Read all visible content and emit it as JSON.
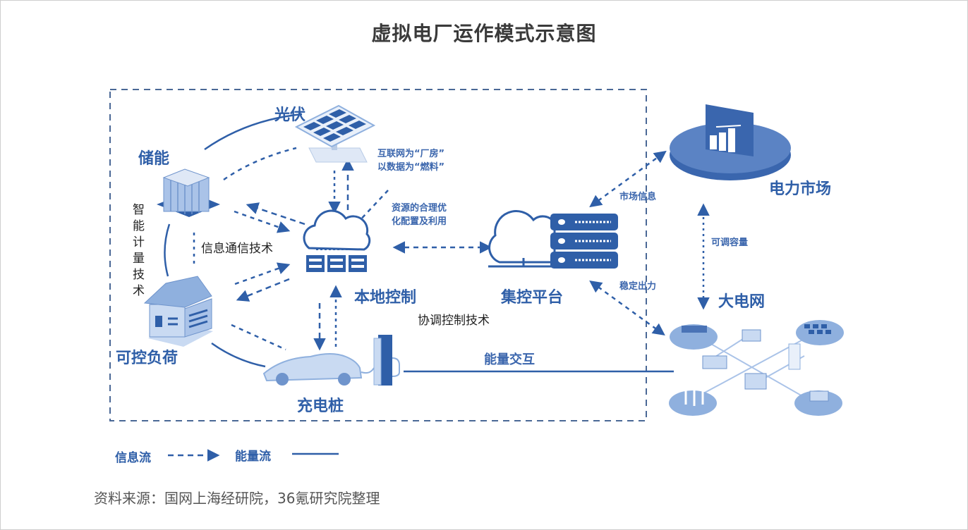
{
  "title": "虚拟电厂运作模式示意图",
  "nodes": {
    "pv": "光伏",
    "storage": "储能",
    "controllable_load": "可控负荷",
    "charging_pile": "充电桩",
    "local_control": "本地控制",
    "central_platform": "集控平台",
    "power_market": "电力市场",
    "main_grid": "大电网"
  },
  "annotations": {
    "internet_factory_line1": "互联网为“厂房”",
    "internet_factory_line2": "以数据为“燃料”",
    "resource_opt_line1": "资源的合理优",
    "resource_opt_line2": "化配置及利用",
    "market_info": "市场信息",
    "adjustable_capacity": "可调容量",
    "stable_output": "稳定出力",
    "energy_interaction": "能量交互"
  },
  "technologies": {
    "ict": "信息通信技术",
    "smart_metering": "智能计量技术",
    "coordinated_control": "协调控制技术"
  },
  "legend": {
    "info_flow": "信息流",
    "energy_flow": "能量流"
  },
  "source": "资料来源：国网上海经研院，36氪研究院整理",
  "colors": {
    "primary": "#2f5fa8",
    "light": "#8fb0de",
    "pale": "#c9daf2",
    "text_dark": "#3a3a3a"
  }
}
